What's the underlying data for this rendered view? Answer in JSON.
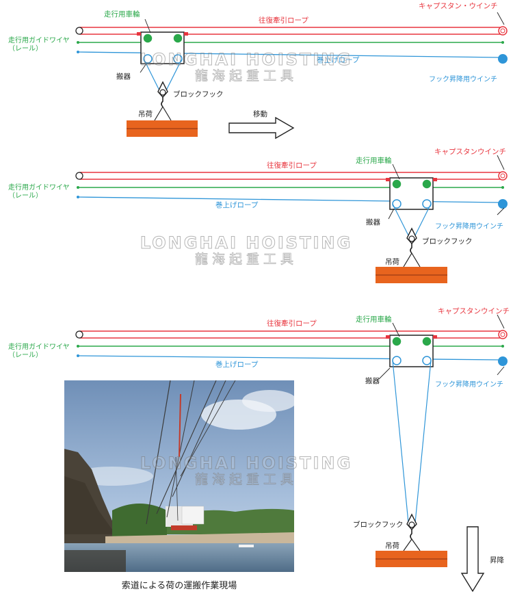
{
  "colors": {
    "traction_rope": "#e8353e",
    "guide_wire": "#2aa84a",
    "hoist_rope": "#2e95d8",
    "load": "#e8641e",
    "dark": "#222222"
  },
  "labels": {
    "traction_rope": "往復牽引ロープ",
    "running_wheel": "走行用車輪",
    "capstan_winch_1": "キャプスタン・ウインチ",
    "capstan_winch": "キャプスタンウインチ",
    "guide_wire_line1": "走行用ガイドワイヤ",
    "guide_wire_line2": "（レール）",
    "hoist_rope": "巻上げロープ",
    "carrier": "搬器",
    "block_hook": "ブロックフック",
    "hook_winch": "フック昇降用ウインチ",
    "load": "吊荷",
    "move": "移動",
    "lift": "昇降"
  },
  "watermark": {
    "en": "LONGHAI HOISTING",
    "cn": "龍海起重工具"
  },
  "photo": {
    "caption": "索道による荷の運搬作業現場"
  }
}
